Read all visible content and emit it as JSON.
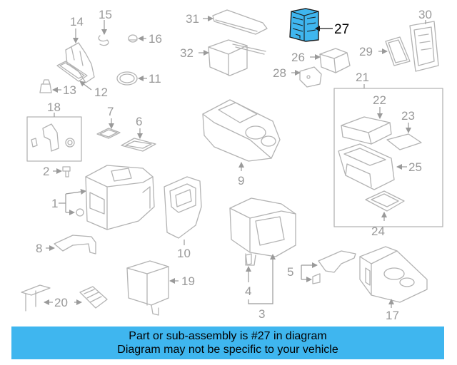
{
  "callouts": {
    "c1": "1",
    "c2": "2",
    "c3": "3",
    "c4": "4",
    "c5": "5",
    "c6": "6",
    "c7": "7",
    "c8": "8",
    "c9": "9",
    "c10": "10",
    "c11": "11",
    "c12": "12",
    "c13": "13",
    "c14": "14",
    "c15": "15",
    "c16": "16",
    "c17": "17",
    "c18": "18",
    "c19": "19",
    "c20": "20",
    "c21": "21",
    "c22": "22",
    "c23": "23",
    "c24": "24",
    "c25": "25",
    "c26": "26",
    "c27": "27",
    "c28": "28",
    "c29": "29",
    "c30": "30",
    "c31": "31",
    "c32": "32"
  },
  "highlighted_part": "27",
  "banner": {
    "line1": "Part or sub-assembly is #27 in diagram",
    "line2": "Diagram may not be specific to your vehicle"
  },
  "colors": {
    "highlight": "#3fb6ef",
    "banner_bg": "#3fb6ef",
    "line_gray": "#b3b3b3",
    "label_gray": "#999999"
  }
}
